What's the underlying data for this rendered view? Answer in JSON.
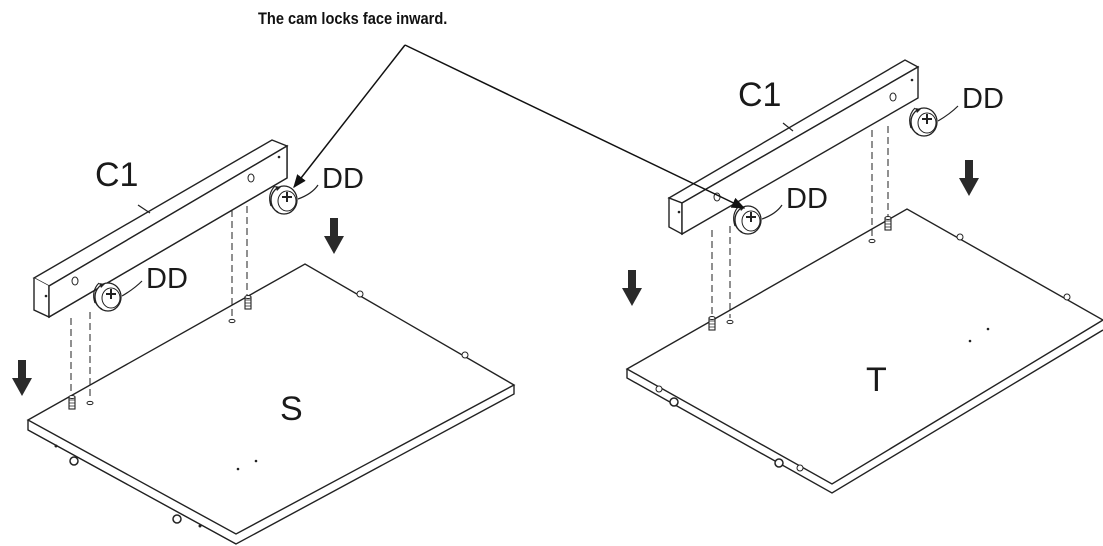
{
  "caption": "The cam locks face inward.",
  "labels": {
    "rail_left": "C1",
    "rail_right": "C1",
    "cam_left_1": "DD",
    "cam_left_2": "DD",
    "cam_right_1": "DD",
    "cam_right_2": "DD",
    "panel_left": "S",
    "panel_right": "T"
  }
}
